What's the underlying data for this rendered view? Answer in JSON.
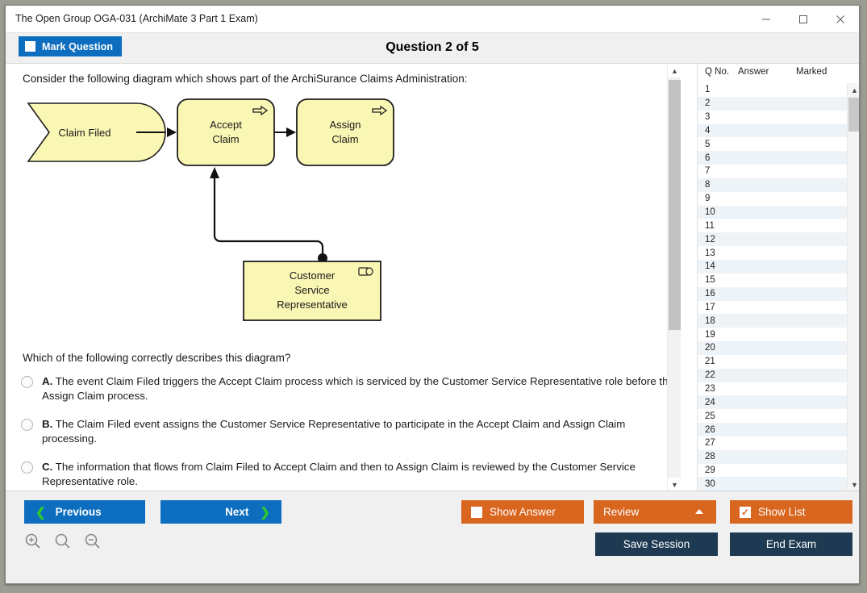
{
  "window": {
    "title": "The Open Group OGA-031 (ArchiMate 3 Part 1 Exam)",
    "minimize_icon": "minimize-icon",
    "maximize_icon": "maximize-icon",
    "close_icon": "close-icon"
  },
  "header": {
    "mark_question_label": "Mark Question",
    "mark_question_checked": false,
    "question_title": "Question 2 of 5"
  },
  "question": {
    "stem": "Consider the following diagram which shows part of the ArchiSurance Claims Administration:",
    "prompt": "Which of the following correctly describes this diagram?",
    "options": [
      {
        "letter": "A.",
        "text": "The event Claim Filed triggers the Accept Claim process which is serviced by the Customer Service Representative role before the Assign Claim process.",
        "selected": false
      },
      {
        "letter": "B.",
        "text": "The Claim Filed event assigns the Customer Service Representative to participate in the Accept Claim and Assign Claim processing.",
        "selected": false
      },
      {
        "letter": "C.",
        "text": "The information that flows from Claim Filed to Accept Claim and then to Assign Claim is reviewed by the Customer Service Representative role.",
        "selected": false
      }
    ]
  },
  "diagram": {
    "type": "archimate",
    "fill_color": "#faf6b4",
    "stroke_color": "#1f1f1f",
    "nodes": [
      {
        "id": "claim-filed",
        "label": "Claim Filed",
        "shape": "business-event",
        "icon": "event-arrow-icon"
      },
      {
        "id": "accept-claim",
        "label": "Accept Claim",
        "shape": "business-process",
        "icon": "process-arrow-icon"
      },
      {
        "id": "assign-claim",
        "label": "Assign Claim",
        "shape": "business-process",
        "icon": "process-arrow-icon"
      },
      {
        "id": "customer-service-representative",
        "label": "Customer Service Representative",
        "shape": "business-role",
        "icon": "role-cylinder-icon"
      }
    ],
    "connections": [
      {
        "from": "claim-filed",
        "to": "accept-claim",
        "type": "triggering"
      },
      {
        "from": "accept-claim",
        "to": "assign-claim",
        "type": "triggering"
      },
      {
        "from": "customer-service-representative",
        "to": "accept-claim",
        "type": "assignment"
      }
    ]
  },
  "list": {
    "columns": [
      "Q No.",
      "Answer",
      "Marked"
    ],
    "rows": [
      {
        "no": "1",
        "answer": "",
        "marked": ""
      },
      {
        "no": "2",
        "answer": "",
        "marked": ""
      },
      {
        "no": "3",
        "answer": "",
        "marked": ""
      },
      {
        "no": "4",
        "answer": "",
        "marked": ""
      },
      {
        "no": "5",
        "answer": "",
        "marked": ""
      },
      {
        "no": "6",
        "answer": "",
        "marked": ""
      },
      {
        "no": "7",
        "answer": "",
        "marked": ""
      },
      {
        "no": "8",
        "answer": "",
        "marked": ""
      },
      {
        "no": "9",
        "answer": "",
        "marked": ""
      },
      {
        "no": "10",
        "answer": "",
        "marked": ""
      },
      {
        "no": "11",
        "answer": "",
        "marked": ""
      },
      {
        "no": "12",
        "answer": "",
        "marked": ""
      },
      {
        "no": "13",
        "answer": "",
        "marked": ""
      },
      {
        "no": "14",
        "answer": "",
        "marked": ""
      },
      {
        "no": "15",
        "answer": "",
        "marked": ""
      },
      {
        "no": "16",
        "answer": "",
        "marked": ""
      },
      {
        "no": "17",
        "answer": "",
        "marked": ""
      },
      {
        "no": "18",
        "answer": "",
        "marked": ""
      },
      {
        "no": "19",
        "answer": "",
        "marked": ""
      },
      {
        "no": "20",
        "answer": "",
        "marked": ""
      },
      {
        "no": "21",
        "answer": "",
        "marked": ""
      },
      {
        "no": "22",
        "answer": "",
        "marked": ""
      },
      {
        "no": "23",
        "answer": "",
        "marked": ""
      },
      {
        "no": "24",
        "answer": "",
        "marked": ""
      },
      {
        "no": "25",
        "answer": "",
        "marked": ""
      },
      {
        "no": "26",
        "answer": "",
        "marked": ""
      },
      {
        "no": "27",
        "answer": "",
        "marked": ""
      },
      {
        "no": "28",
        "answer": "",
        "marked": ""
      },
      {
        "no": "29",
        "answer": "",
        "marked": ""
      },
      {
        "no": "30",
        "answer": "",
        "marked": ""
      }
    ]
  },
  "footer": {
    "previous_label": "Previous",
    "next_label": "Next",
    "show_answer_label": "Show Answer",
    "show_answer_checked": false,
    "review_label": "Review",
    "show_list_label": "Show List",
    "show_list_checked": true,
    "save_session_label": "Save Session",
    "end_exam_label": "End Exam",
    "zoom_in_icon": "zoom-in-icon",
    "zoom_reset_icon": "zoom-reset-icon",
    "zoom_out_icon": "zoom-out-icon"
  },
  "colors": {
    "primary_blue": "#0d6ebf",
    "accent_orange": "#d9661f",
    "navy": "#1e3a52",
    "chevron_green": "#2ecc2e",
    "diagram_yellow": "#faf6b4"
  }
}
